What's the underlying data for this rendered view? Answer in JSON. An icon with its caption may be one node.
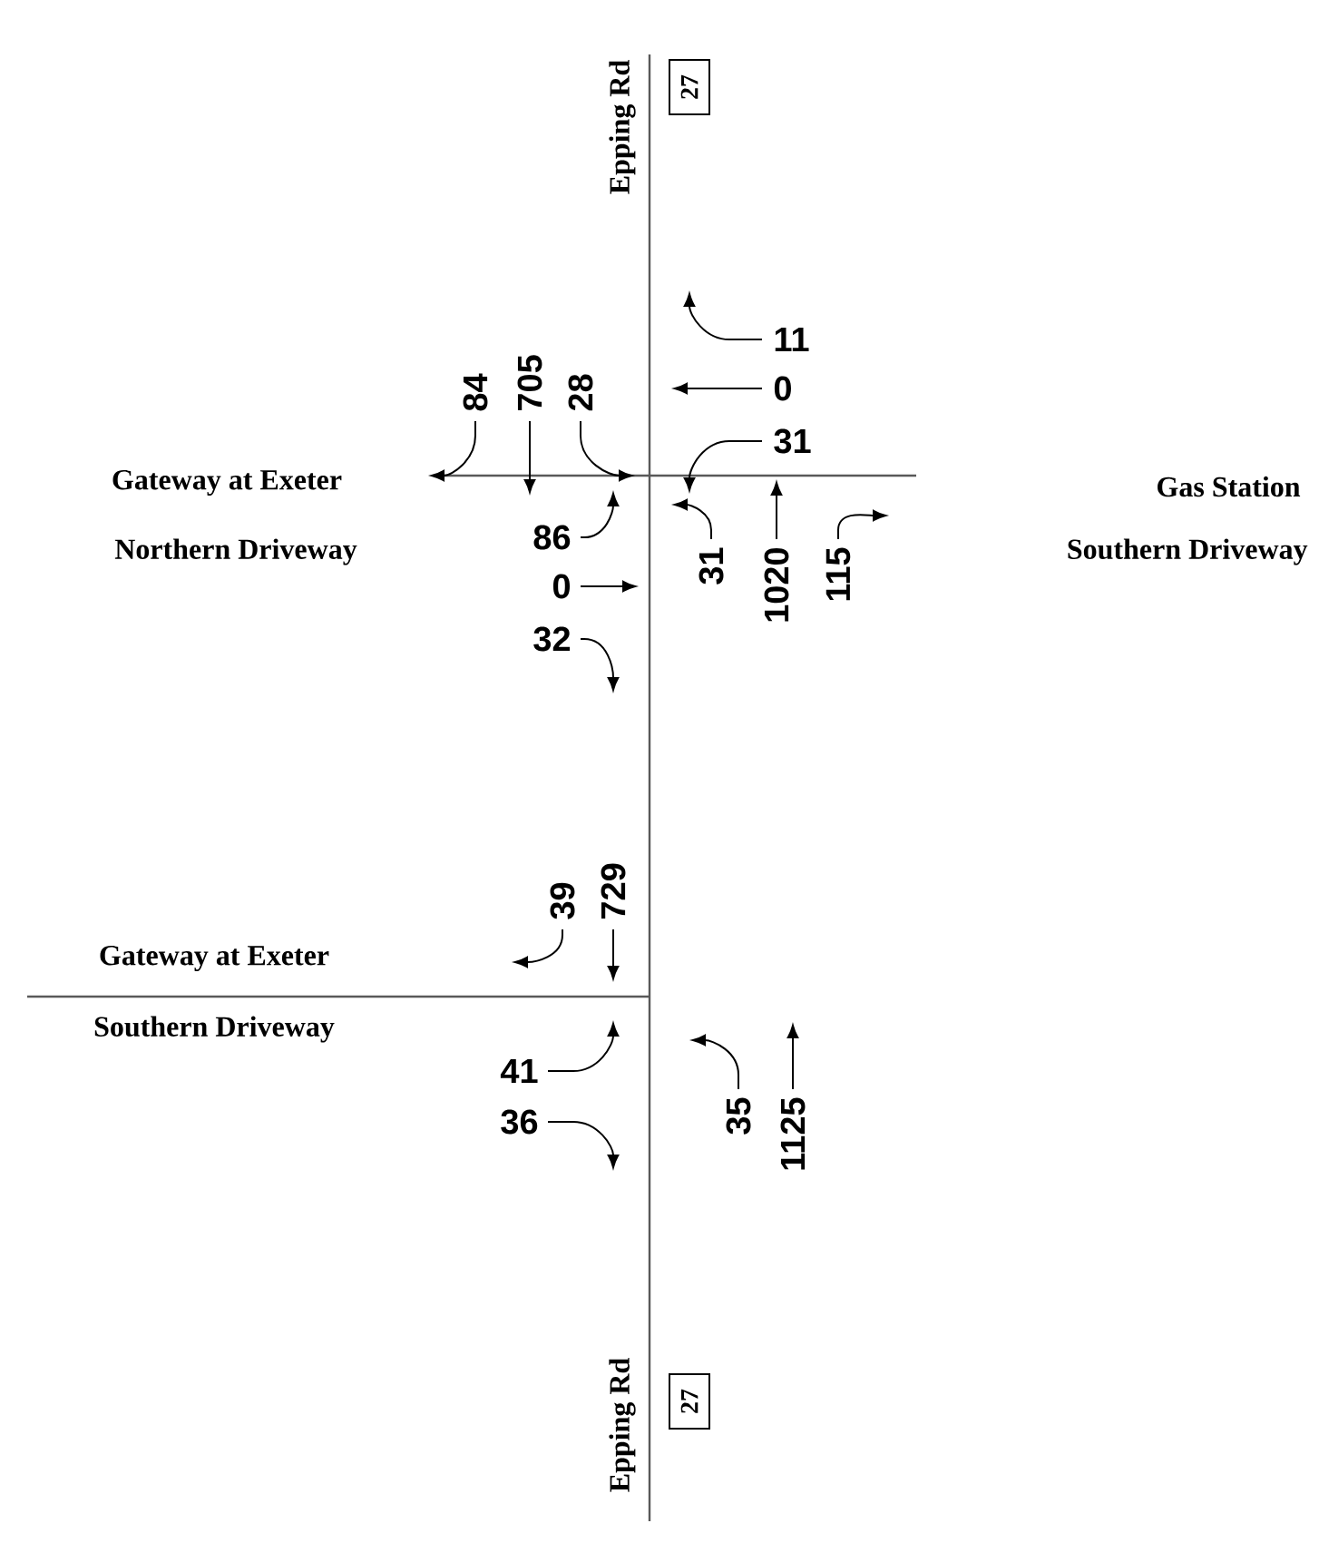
{
  "diagram": {
    "nodes": [
      {
        "text": [
          "27"
        ]
      },
      {
        "text": [
          "27"
        ]
      }
    ],
    "labels": [
      "Epping Rd",
      "11",
      "84",
      "705",
      "28",
      "0",
      "31",
      "Gateway at Exeter",
      "Gas Station",
      "Northern Driveway",
      "Southern Driveway",
      "86",
      "31",
      "1020",
      "115",
      "0",
      "32",
      "39",
      "729",
      "Gateway at Exeter",
      "Southern Driveway",
      "41",
      "36",
      "35",
      "1125",
      "Epping Rd"
    ]
  }
}
